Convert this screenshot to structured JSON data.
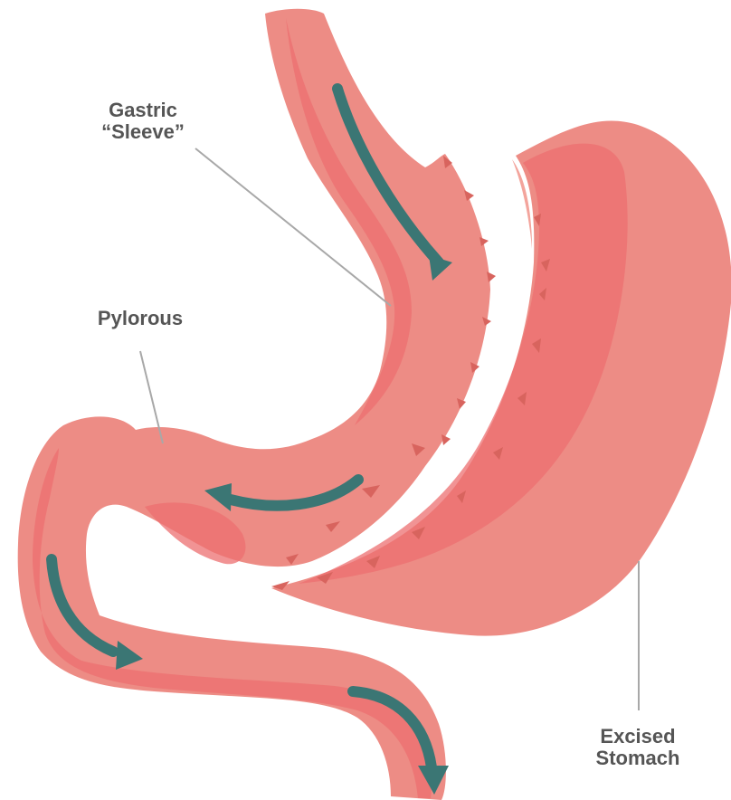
{
  "labels": {
    "gastric_sleeve": "Gastric\n“Sleeve”",
    "pylorous": "Pylorous",
    "excised_stomach": "Excised\nStomach"
  },
  "colors": {
    "tissue_base": "#ed8c85",
    "tissue_light": "#f3a49c",
    "tissue_dark": "#ec6f70",
    "staple": "#d8645e",
    "arrow": "#3b7674",
    "leader_line": "#a8a8a8",
    "label_text": "#555555"
  },
  "icons": {
    "flow_arrow": "flow-arrow-icon",
    "staple_mark": "staple-icon"
  }
}
